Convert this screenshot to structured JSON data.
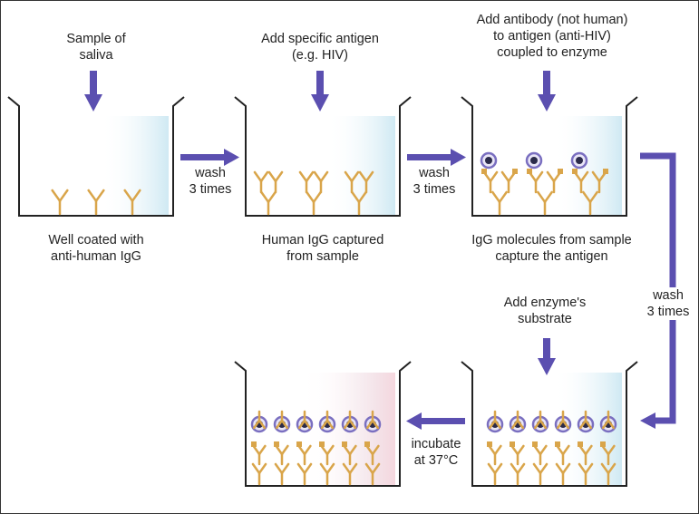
{
  "steps": [
    {
      "top_label": [
        "Sample of",
        "saliva"
      ],
      "bottom_label": [
        "Well coated with",
        "anti-human IgG"
      ]
    },
    {
      "top_label": [
        "Add specific antigen",
        "(e.g. HIV)"
      ],
      "bottom_label": [
        "Human IgG captured",
        "from sample"
      ]
    },
    {
      "top_label": [
        "Add antibody (not human)",
        "to antigen (anti-HIV)",
        "coupled to enzyme"
      ],
      "bottom_label": [
        "IgG molecules from sample",
        "capture the antigen"
      ]
    },
    {
      "top_label": [
        "Add enzyme's",
        "substrate"
      ],
      "bottom_label": []
    },
    {
      "top_label": [],
      "bottom_label": []
    }
  ],
  "transitions": [
    {
      "label": [
        "wash",
        "3 times"
      ]
    },
    {
      "label": [
        "wash",
        "3 times"
      ]
    },
    {
      "label": [
        "wash",
        "3 times"
      ]
    },
    {
      "label": [
        "incubate",
        "at 37°C"
      ]
    }
  ],
  "colors": {
    "arrow": "#5b4fb0",
    "well_outline": "#222222",
    "antibody": "#d9a54a",
    "enzyme_ring": "#7a6fc0",
    "enzyme_center": "#2b2b4a",
    "tint_blue": "#d9eef5",
    "tint_pink": "#f7dfe4"
  }
}
